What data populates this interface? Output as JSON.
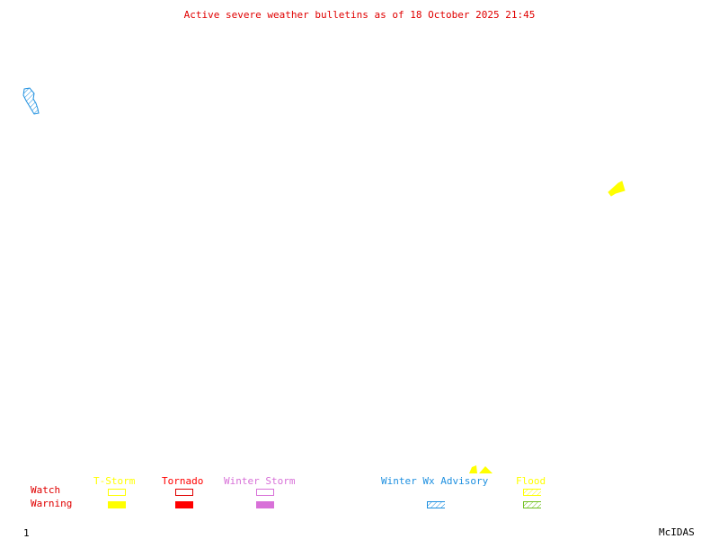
{
  "title": "Active severe weather bulletins as of 18 October 2025 21:45",
  "colors": {
    "title": "#e00000",
    "tstorm": "#ffff00",
    "tornado": "#ff0000",
    "winter_storm": "#d870d8",
    "winter_advisory": "#1e90e0",
    "flood_watch": "#ffff00",
    "flood_warning": "#70c020",
    "row_labels": "#e00000",
    "footer": "#000000"
  },
  "map_features": [
    {
      "name": "winter-wx-advisory-area",
      "type": "Winter Wx Advisory",
      "location": "upper-left"
    },
    {
      "name": "tstorm-warning-area",
      "type": "T-Storm Warning",
      "location": "right-center"
    },
    {
      "name": "tstorm-warning-area-small",
      "type": "T-Storm Warning",
      "location": "bottom-center"
    }
  ],
  "legend": {
    "row_labels": {
      "watch": "Watch",
      "warning": "Warning"
    },
    "categories": [
      {
        "label": "T-Storm",
        "watch_style": "outline",
        "warning_style": "solid"
      },
      {
        "label": "Tornado",
        "watch_style": "outline",
        "warning_style": "solid"
      },
      {
        "label": "Winter Storm",
        "watch_style": "outline",
        "warning_style": "solid"
      },
      {
        "label": "Winter Wx Advisory",
        "watch_style": "none",
        "warning_style": "hatched"
      },
      {
        "label": "Flood",
        "watch_style": "hatched",
        "warning_style": "hatched"
      }
    ]
  },
  "footer": {
    "frame_number": "1",
    "brand": "McIDAS"
  }
}
